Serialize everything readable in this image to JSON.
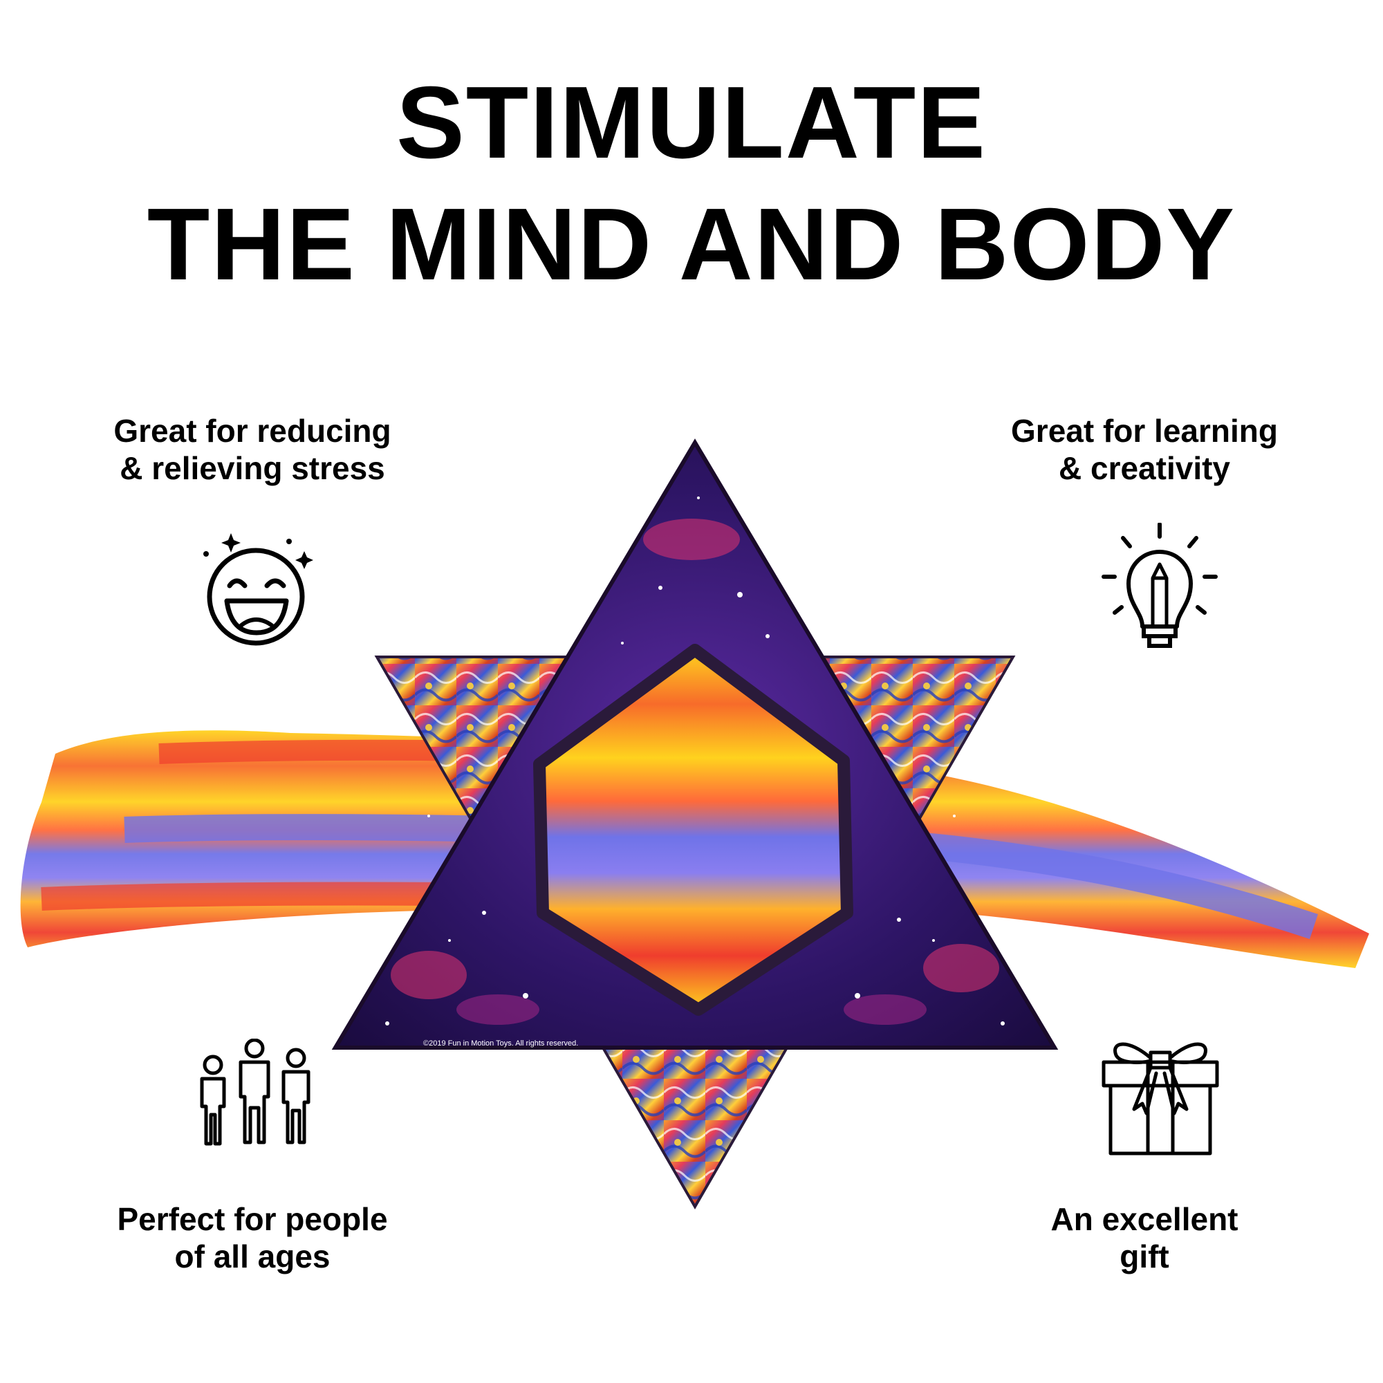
{
  "headline": {
    "line1": "STIMULATE",
    "line2": "THE MIND AND BODY"
  },
  "features": {
    "top_left": {
      "line1": "Great for reducing",
      "line2": "& relieving stress",
      "icon": "happy-face-icon"
    },
    "top_right": {
      "line1": "Great for learning",
      "line2": "& creativity",
      "icon": "lightbulb-pencil-icon"
    },
    "bottom_left": {
      "line1": "Perfect for people",
      "line2": "of all ages",
      "icon": "family-icon"
    },
    "bottom_right": {
      "line1": "An excellent",
      "line2": "gift",
      "icon": "gift-box-icon"
    }
  },
  "product": {
    "copyright": "©2019 Fun in Motion Toys. All rights reserved."
  },
  "colors": {
    "text": "#000000",
    "space_purple": "#3a1a6e",
    "space_pink": "#e0336f",
    "paint_yellow": "#ffd21e",
    "paint_red": "#f0452e",
    "paint_blue": "#6f73e8"
  }
}
